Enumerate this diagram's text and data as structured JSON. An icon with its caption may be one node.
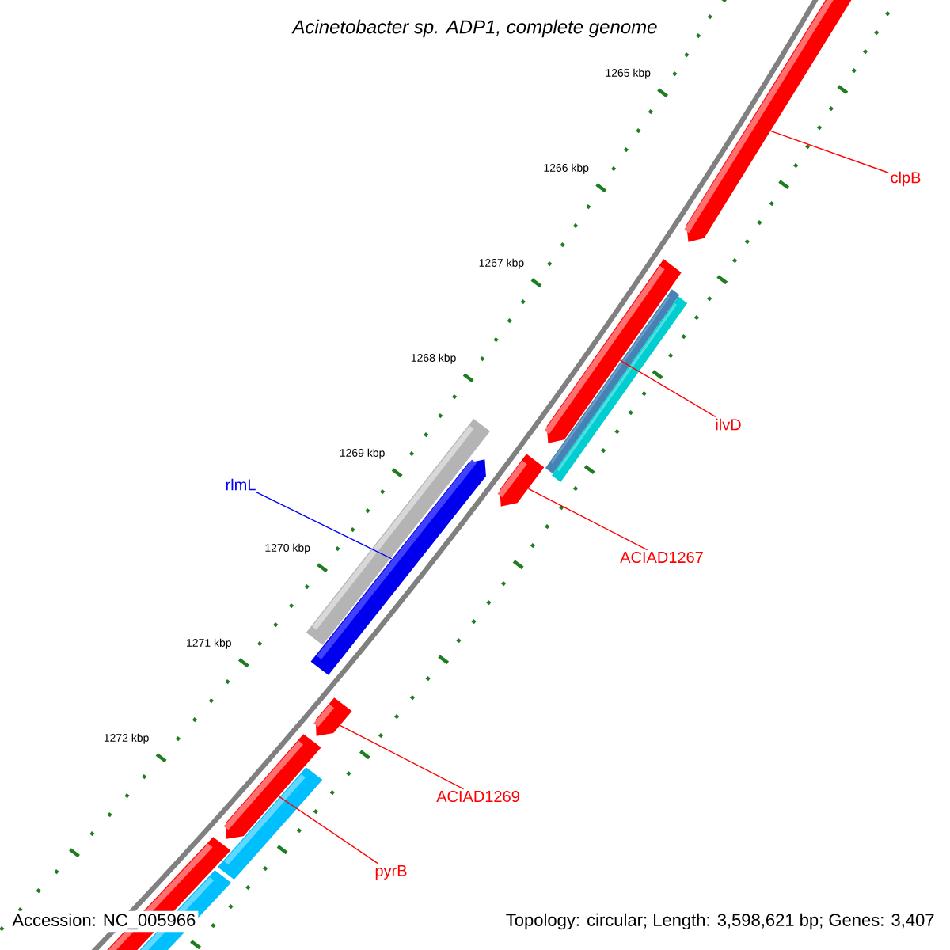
{
  "diagram": {
    "title": "Acinetobacter sp. ADP1, complete genome",
    "nodes": [
      {
        "text": [
          "clpB"
        ]
      },
      {
        "text": [],
        "shape": "bar"
      },
      {
        "text": [
          "ilvD"
        ]
      },
      {
        "text": [],
        "shape": "bar"
      },
      {
        "text": [
          "ACIAD1267"
        ]
      },
      {
        "text": [],
        "shape": "bar"
      },
      {
        "text": [
          "rlmL"
        ]
      },
      {
        "text": [],
        "shape": "bar"
      },
      {
        "text": [
          "ACIAD1269"
        ]
      },
      {
        "text": [],
        "shape": "bar"
      },
      {
        "text": [
          "pyrB"
        ]
      },
      {
        "text": [],
        "shape": "bar"
      }
    ],
    "edges": [
      {
        "from": 0,
        "to": 1,
        "arrow": "none"
      },
      {
        "from": 2,
        "to": 3,
        "arrow": "none"
      },
      {
        "from": 4,
        "to": 5,
        "arrow": "none"
      },
      {
        "from": 6,
        "to": 7,
        "arrow": "none",
        "color": "#0000ff"
      },
      {
        "from": 8,
        "to": 9,
        "arrow": "none"
      },
      {
        "from": 10,
        "to": 11,
        "arrow": "none"
      }
    ],
    "labels": [
      "1265 kbp",
      "1266 kbp",
      "1267 kbp",
      "1268 kbp",
      "1269 kbp",
      "1270 kbp",
      "1271 kbp",
      "1272 kbp",
      "Accession: NC_005966",
      "Topology: circular; Length: 3,598,621 bp; Genes: 3,407"
    ]
  }
}
